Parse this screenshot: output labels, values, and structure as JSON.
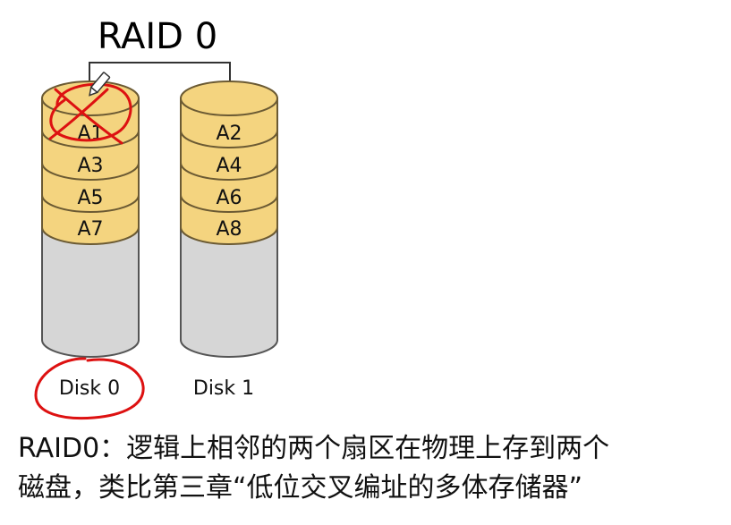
{
  "title": "RAID 0",
  "disks": [
    {
      "label": "Disk 0",
      "blocks": [
        "A1",
        "A3",
        "A5",
        "A7"
      ]
    },
    {
      "label": "Disk 1",
      "blocks": [
        "A2",
        "A4",
        "A6",
        "A8"
      ]
    }
  ],
  "caption": {
    "line1": "RAID0：逻辑上相邻的两个扇区在物理上存到两个",
    "line2": "磁盘，类比第三章“低位交叉编址的多体存储器”"
  },
  "colors": {
    "block_fill": "#f4d47f",
    "block_stroke": "#6b5a33",
    "disk_body": "#d6d6d6",
    "disk_stroke": "#555555",
    "annotation": "#dd1111"
  }
}
